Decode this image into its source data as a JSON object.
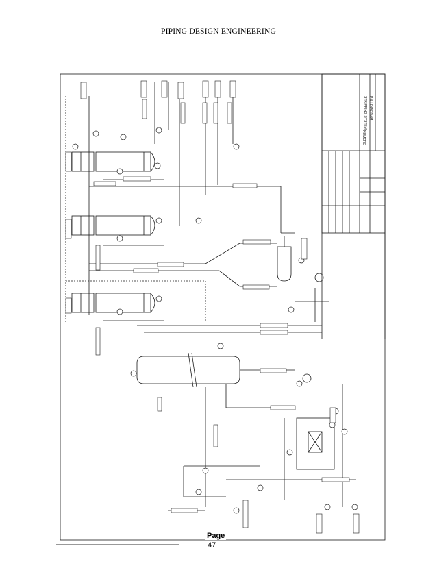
{
  "header": {
    "title": "PIPING DESIGN ENGINEERING"
  },
  "title_block": {
    "drawing_title": "P & I DIAGRAM",
    "system": "STRIPPING SYSTEM",
    "number_label": "NUMERO"
  },
  "footer": {
    "page_label": "Page",
    "page_number": "47"
  },
  "colors": {
    "line": "#1a1a1a",
    "background": "#ffffff"
  }
}
